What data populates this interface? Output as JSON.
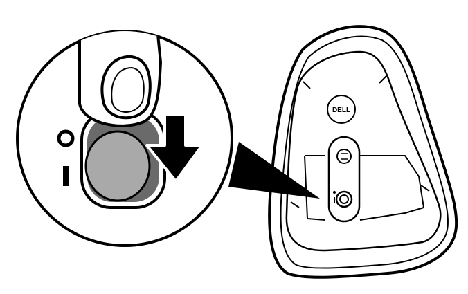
{
  "figure": {
    "logo_text": "DELL",
    "switch_symbols": [
      "O",
      "I"
    ],
    "colors": {
      "ink": "#000000",
      "paper": "#ffffff",
      "switch_knob": "#a9a9a9",
      "switch_slot": "#606060"
    },
    "icons": [
      "finger",
      "arrow-down-icon",
      "power-switch",
      "mouse-underside",
      "dell-logo-icon"
    ]
  }
}
